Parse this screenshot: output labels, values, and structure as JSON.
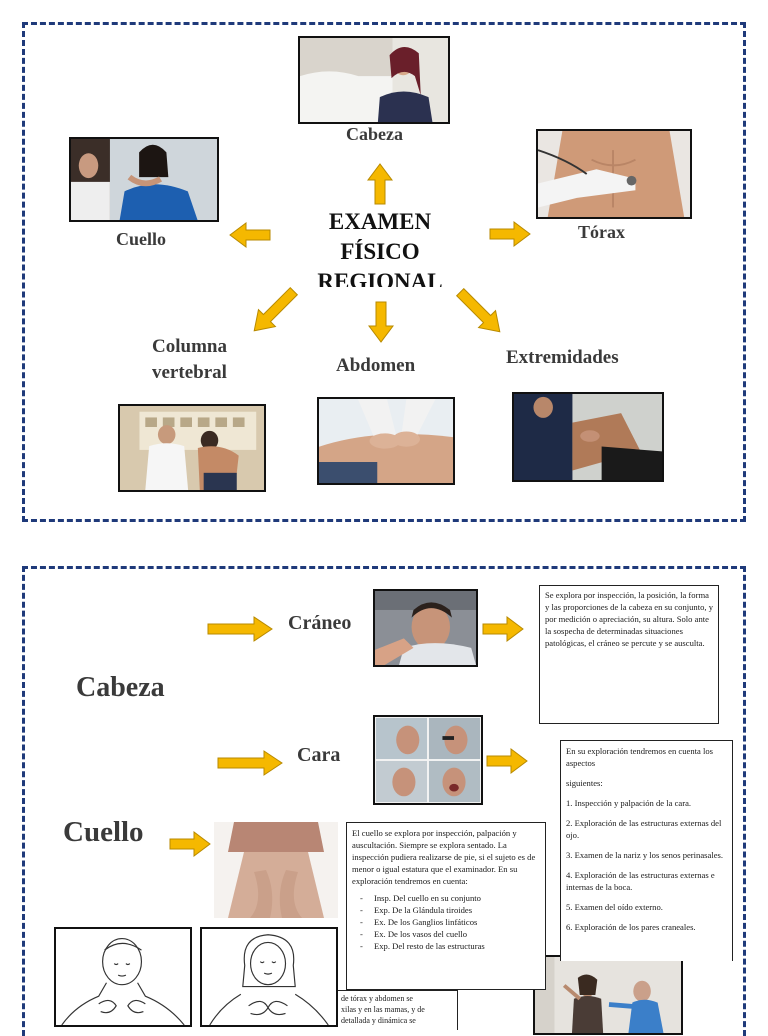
{
  "page1": {
    "title_lines": [
      "EXAMEN",
      "FÍSICO",
      "REGIONAL"
    ],
    "labels": {
      "cabeza": "Cabeza",
      "cuello": "Cuello",
      "torax": "Tórax",
      "columna_line1": "Columna",
      "columna_line2": "vertebral",
      "abdomen": "Abdomen",
      "extremidades": "Extremidades"
    }
  },
  "page2": {
    "cabeza_heading": "Cabeza",
    "cuello_heading": "Cuello",
    "craneo_label": "Cráneo",
    "cara_label": "Cara",
    "craneo_text": "Se explora por inspección, la posición, la forma y las proporciones de la cabeza en su conjunto, y por medición o apreciación, su altura. Solo ante la sospecha de determinadas situaciones patológicas, el cráneo se percute y se ausculta.",
    "cara_intro_1": "En su exploración tendremos en cuenta los aspectos",
    "cara_intro_2": "siguientes:",
    "cara_items": [
      "1. Inspección y palpación de la cara.",
      "2. Exploración de las estructuras externas del ojo.",
      "3. Examen de la nariz y los senos perinasales.",
      "4. Exploración de las estructuras externas e internas de la boca.",
      "5. Examen del oído externo.",
      "6. Exploración de los pares craneales."
    ],
    "cuello_text": "El cuello se explora por inspección, palpación y auscultación. Siempre se explora sentado. La inspección pudiera realizarse de pie, si el sujeto es de menor o igual estatura que el examinador. En su exploración tendremos en cuenta:",
    "cuello_items": [
      "Insp. Del cuello en su conjunto",
      "Exp. De la Glándula tiroides",
      "Ex. De los Ganglios linfáticos",
      "Ex. De los vasos del cuello",
      "Exp. Del resto de las estructuras"
    ],
    "partial_text_lines": [
      "de tórax y abdomen se",
      "xilas y en las mamas, y de",
      "detallada y dinámica se"
    ]
  },
  "colors": {
    "frame_border": "#1f3a7a",
    "arrow_fill": "#f5b800",
    "arrow_stroke": "#b88a00"
  }
}
